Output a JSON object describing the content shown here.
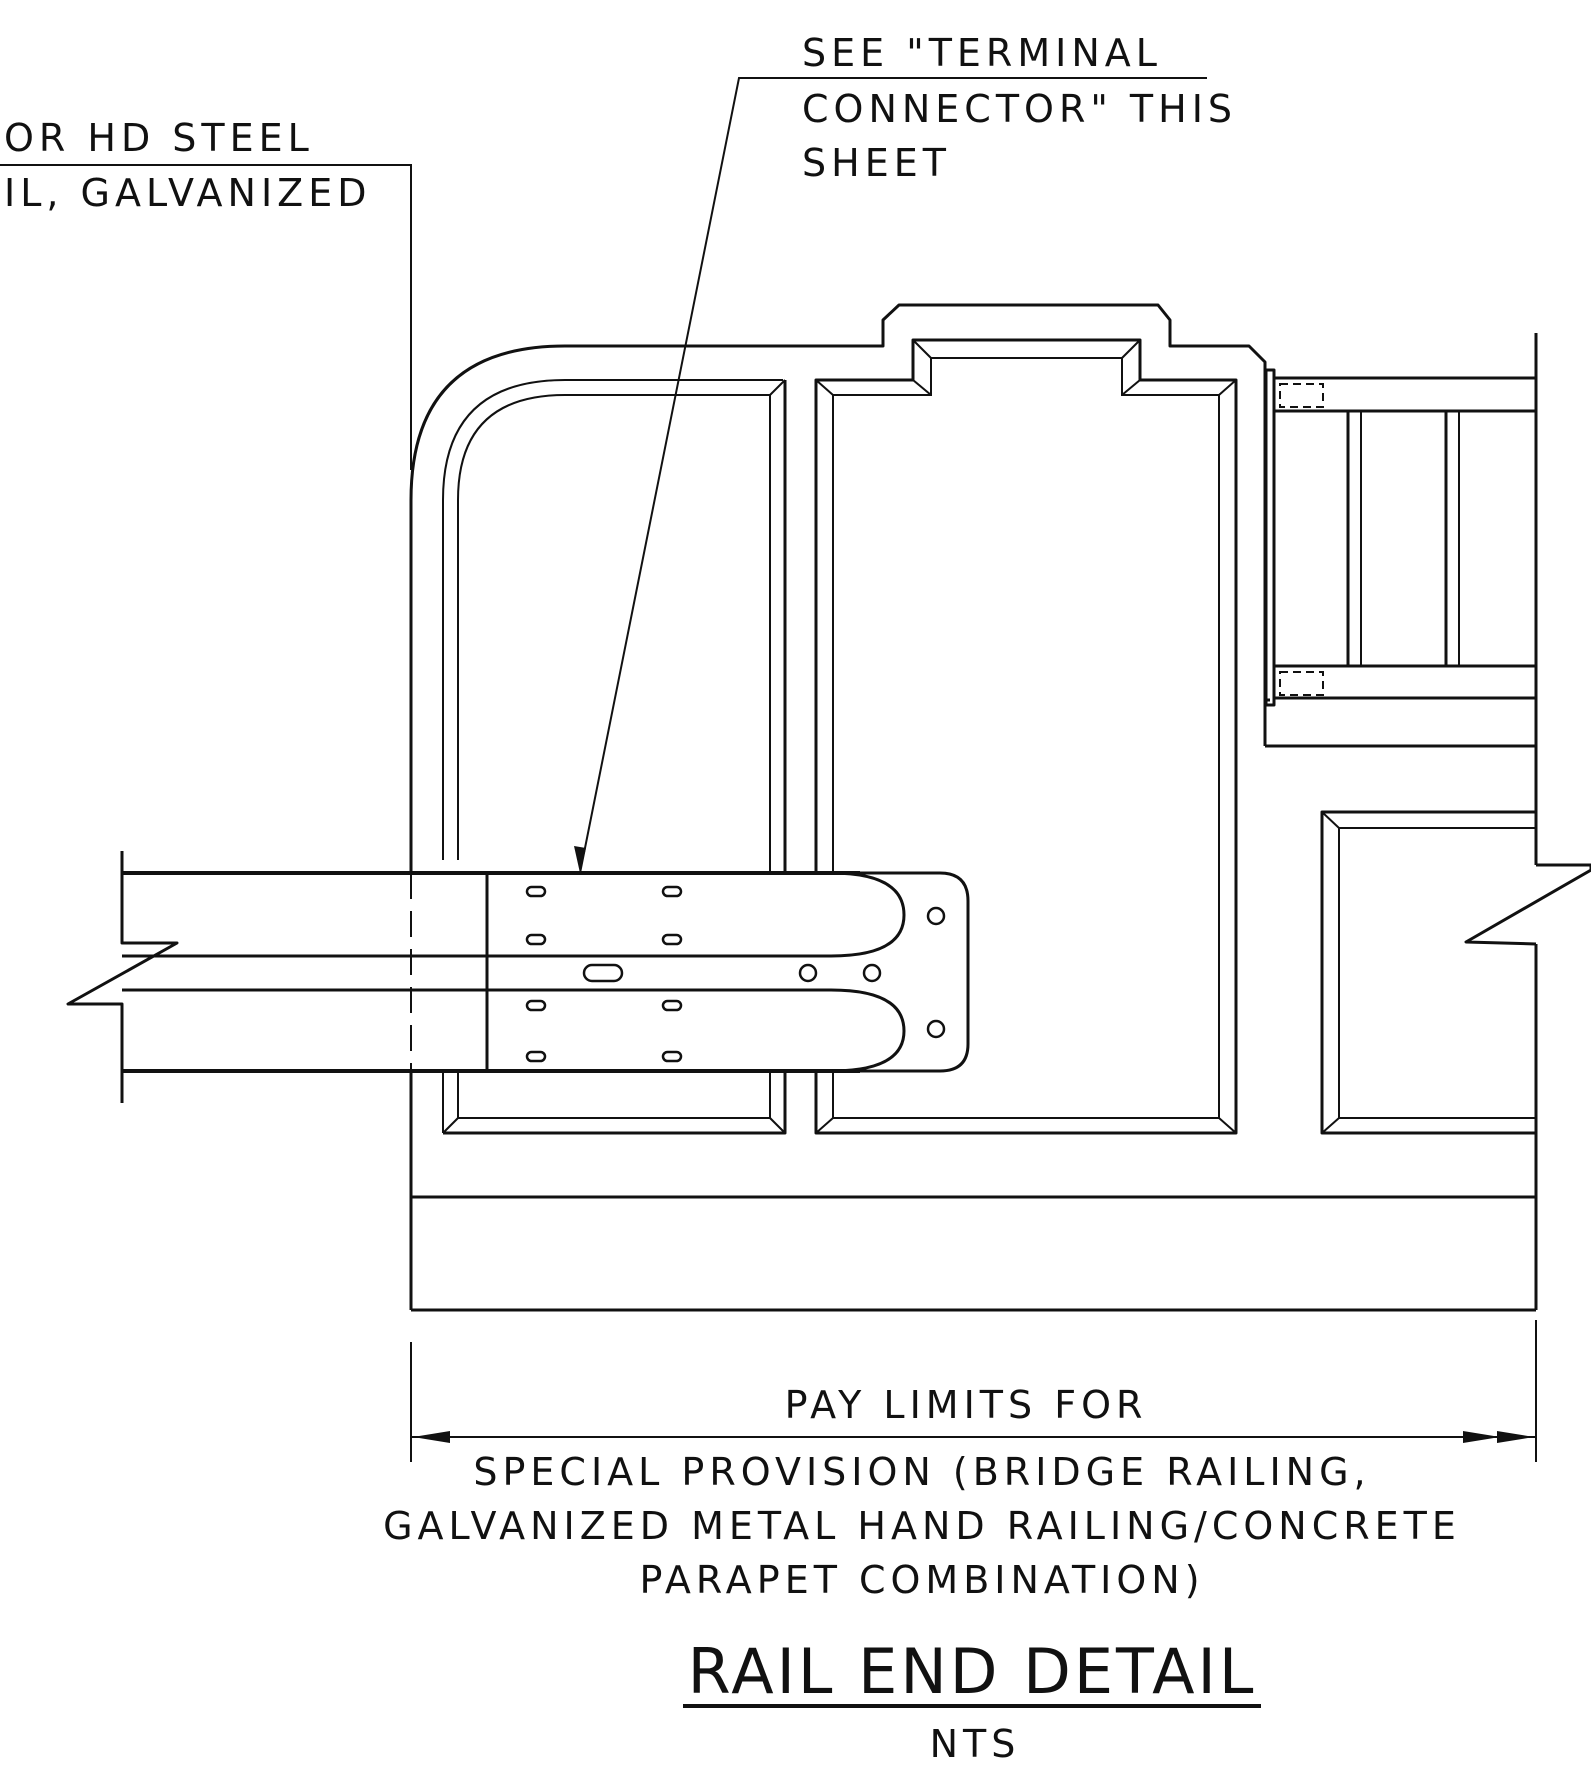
{
  "labels": {
    "rail_material_line1": "OR HD STEEL",
    "rail_material_line2": "IL, GALVANIZED",
    "terminal_note_line1": "SEE \"TERMINAL",
    "terminal_note_line2": "CONNECTOR\" THIS",
    "terminal_note_line3": "SHEET",
    "pay_limits_line1": "PAY LIMITS FOR",
    "pay_limits_line2": "SPECIAL PROVISION (BRIDGE RAILING,",
    "pay_limits_line3": "GALVANIZED METAL HAND RAILING/CONCRETE",
    "pay_limits_line4": "PARAPET COMBINATION)",
    "title": "RAIL END DETAIL",
    "scale": "NTS"
  }
}
